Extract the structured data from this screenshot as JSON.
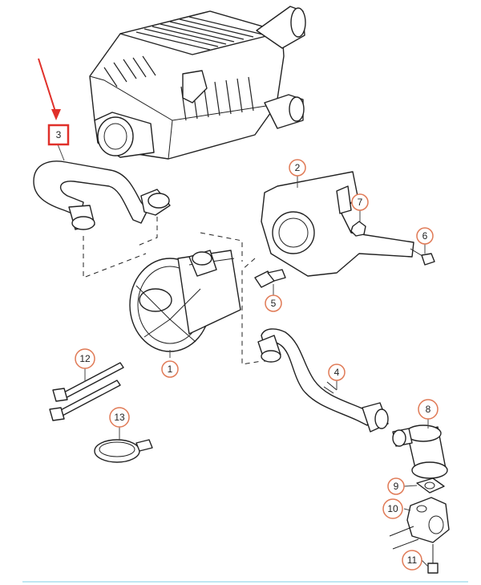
{
  "diagram": {
    "callouts": [
      {
        "id": "p1",
        "label": "1"
      },
      {
        "id": "p2",
        "label": "2"
      },
      {
        "id": "p3",
        "label": "3"
      },
      {
        "id": "p4",
        "label": "4"
      },
      {
        "id": "p5",
        "label": "5"
      },
      {
        "id": "p6",
        "label": "6"
      },
      {
        "id": "p7",
        "label": "7"
      },
      {
        "id": "p8",
        "label": "8"
      },
      {
        "id": "p9",
        "label": "9"
      },
      {
        "id": "p10",
        "label": "10"
      },
      {
        "id": "p11",
        "label": "11"
      },
      {
        "id": "p12",
        "label": "12"
      },
      {
        "id": "p13",
        "label": "13"
      }
    ],
    "highlight": {
      "callout": "3",
      "color": "#e0302a"
    }
  }
}
